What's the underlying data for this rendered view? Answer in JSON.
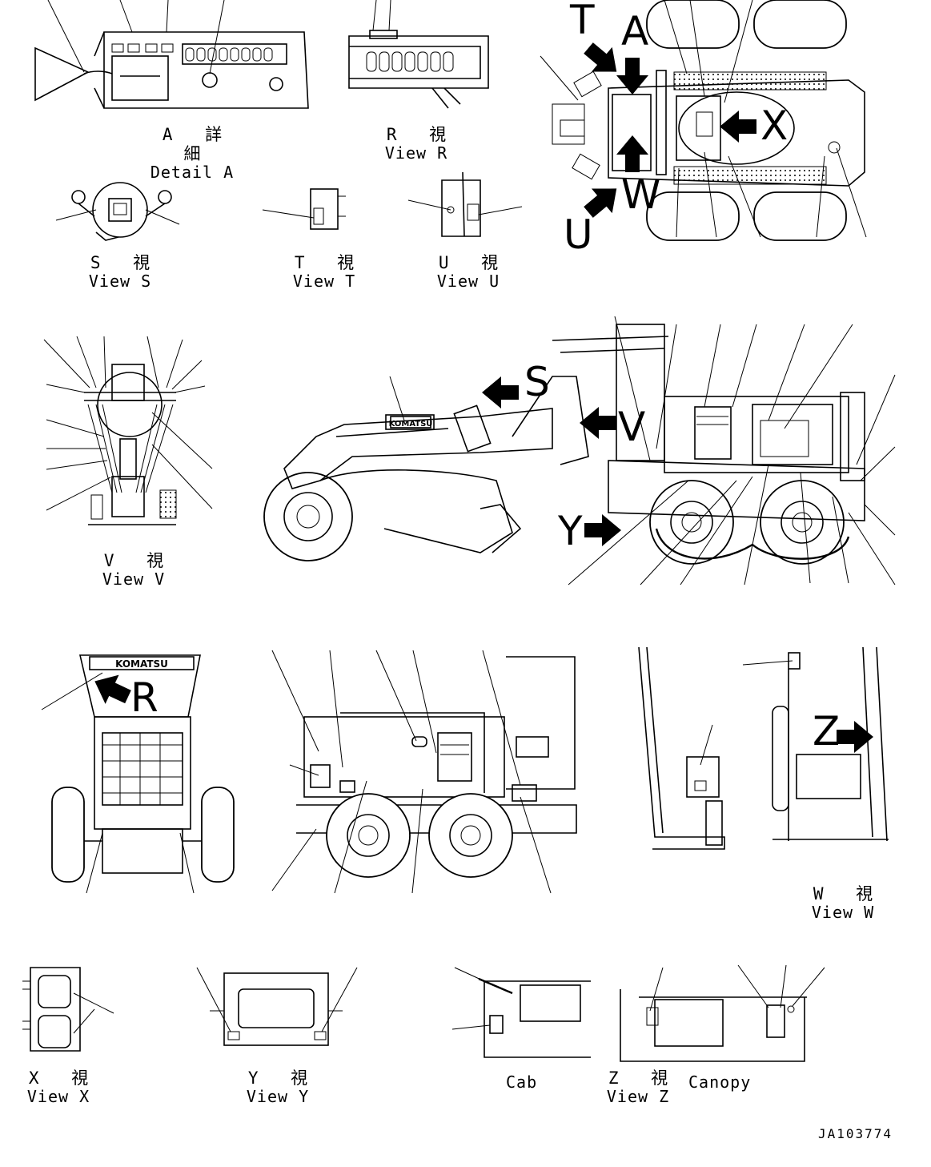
{
  "views": {
    "detail_a": {
      "jp": "A 詳 細",
      "en": "Detail A"
    },
    "view_r": {
      "jp": "R 視",
      "en": "View R"
    },
    "view_s": {
      "jp": "S 視",
      "en": "View S"
    },
    "view_t": {
      "jp": "T 視",
      "en": "View T"
    },
    "view_u": {
      "jp": "U 視",
      "en": "View U"
    },
    "view_v": {
      "jp": "V 視",
      "en": "View V"
    },
    "view_w": {
      "jp": "W 視",
      "en": "View W"
    },
    "view_x": {
      "jp": "X 視",
      "en": "View X"
    },
    "view_y": {
      "jp": "Y 視",
      "en": "View Y"
    },
    "view_z": {
      "jp": "Z 視",
      "en": "View Z"
    },
    "cab": {
      "en": "Cab"
    },
    "canopy": {
      "en": "Canopy"
    }
  },
  "markers": {
    "t": "T",
    "a": "A",
    "x": "X",
    "w": "W",
    "u": "U",
    "s": "S",
    "v": "V",
    "y": "Y",
    "r": "R",
    "z": "Z"
  },
  "brand": "KOMATSU",
  "drawing_number": "JA103774",
  "icons": [
    "view-arrow-icon"
  ]
}
